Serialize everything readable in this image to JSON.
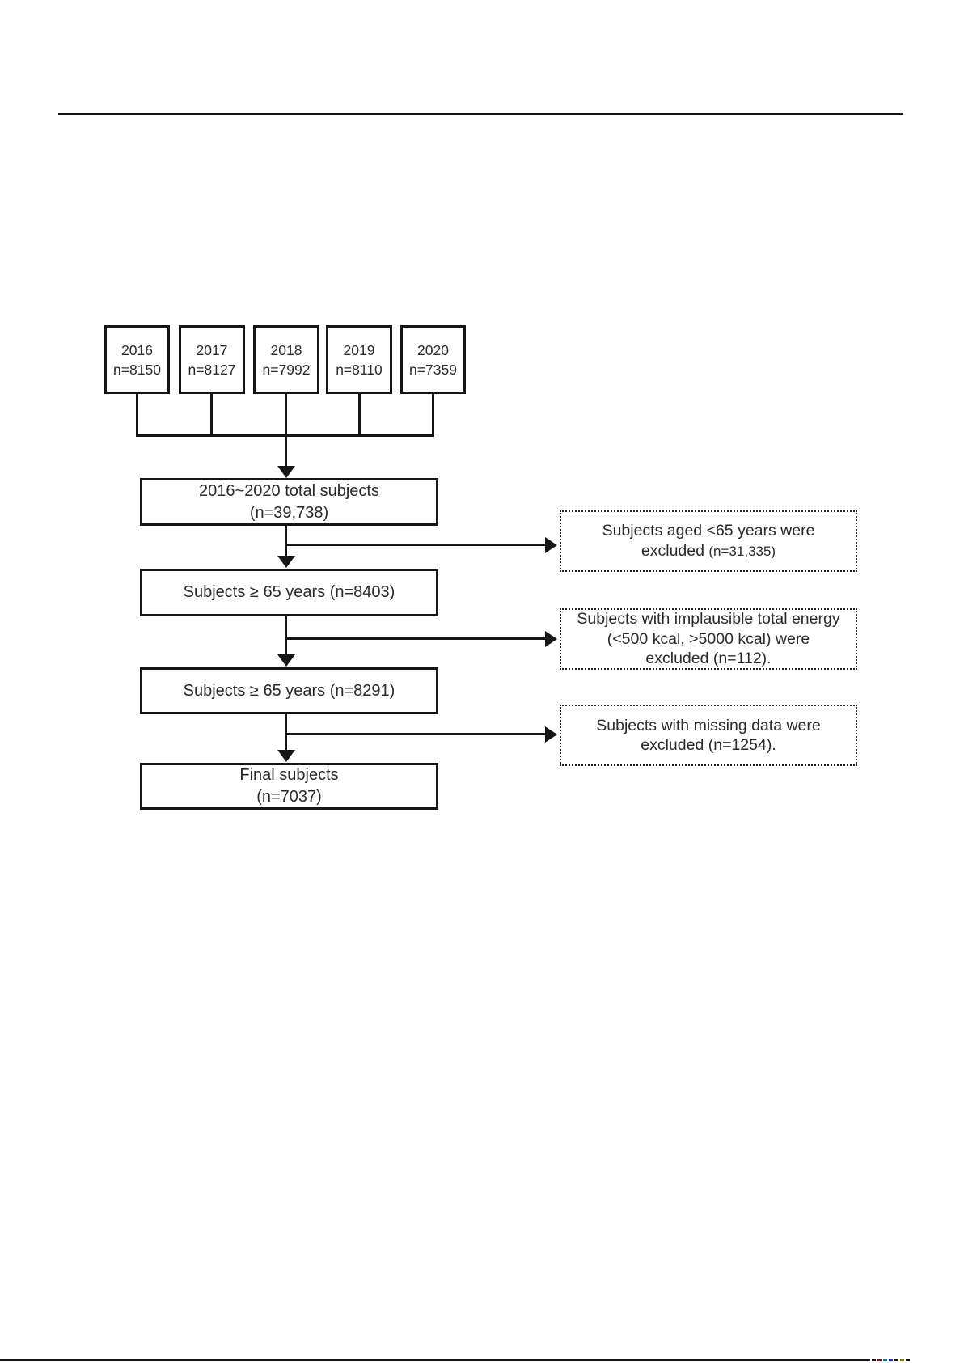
{
  "diagram": {
    "year_boxes": [
      {
        "year": "2016",
        "n": "n=8150"
      },
      {
        "year": "2017",
        "n": "n=8127"
      },
      {
        "year": "2018",
        "n": "n=7992"
      },
      {
        "year": "2019",
        "n": "n=8110"
      },
      {
        "year": "2020",
        "n": "n=7359"
      }
    ],
    "total_box": {
      "line1": "2016~2020 total subjects",
      "line2": "(n=39,738)"
    },
    "step_boxes": [
      {
        "label": "Subjects ≥ 65 years (n=8403)"
      },
      {
        "label": "Subjects ≥ 65 years (n=8291)"
      }
    ],
    "final_box": {
      "line1": "Final subjects",
      "line2": "(n=7037)"
    },
    "exclusion_boxes": [
      {
        "line1": "Subjects aged <65 years were",
        "line2a": "excluded ",
        "line2b": "(n=31,335)"
      },
      {
        "line1": "Subjects with implausible total energy",
        "line2": "(<500 kcal, >5000 kcal) were",
        "line3": "excluded (n=112)."
      },
      {
        "line1": "Subjects with missing data were",
        "line2": "excluded (n=1254)."
      }
    ]
  },
  "colors": {
    "line": "#161616",
    "text": "#2a2a2a"
  },
  "footer": {
    "dash_colors": [
      "#111111",
      "#7a0c0c",
      "#0d7f86",
      "#2436c4",
      "#111111",
      "#8a7a00",
      "#111111"
    ]
  }
}
